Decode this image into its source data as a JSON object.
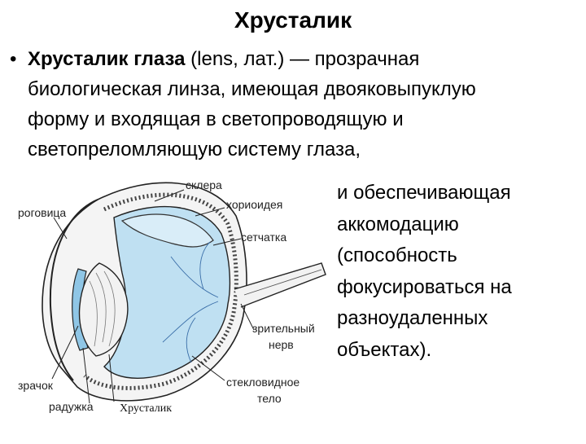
{
  "slide": {
    "title": "Хрусталик",
    "bullet": {
      "term": "Хрусталик глаза",
      "rest_line1": " (lens, лат.) — прозрачная",
      "line2": "биологическая линза, имеющая двояковыпуклую",
      "line3": "форму и входящая в светопроводящую и",
      "line4": "светопреломляющую систему глаза,"
    },
    "side_lines": [
      "и обеспечивающая",
      "аккомодацию",
      "(способность",
      "фокусироваться на",
      "разноудаленных",
      "объектах)."
    ]
  },
  "diagram": {
    "labels": {
      "sclera": "склера",
      "choroid": "хориоидея",
      "retina": "сетчатка",
      "cornea": "роговица",
      "optic_nerve_1": "зрительный",
      "optic_nerve_2": "нерв",
      "vitreous_1": "стекловидное",
      "vitreous_2": "тело",
      "pupil": "зрачок",
      "iris": "радужка",
      "lens": "Хрусталик"
    },
    "colors": {
      "vitreous_fill": "#bfe0f2",
      "iris_fill": "#8fc6e6",
      "lens_fill": "#f2f2f2",
      "line": "#222222"
    }
  }
}
